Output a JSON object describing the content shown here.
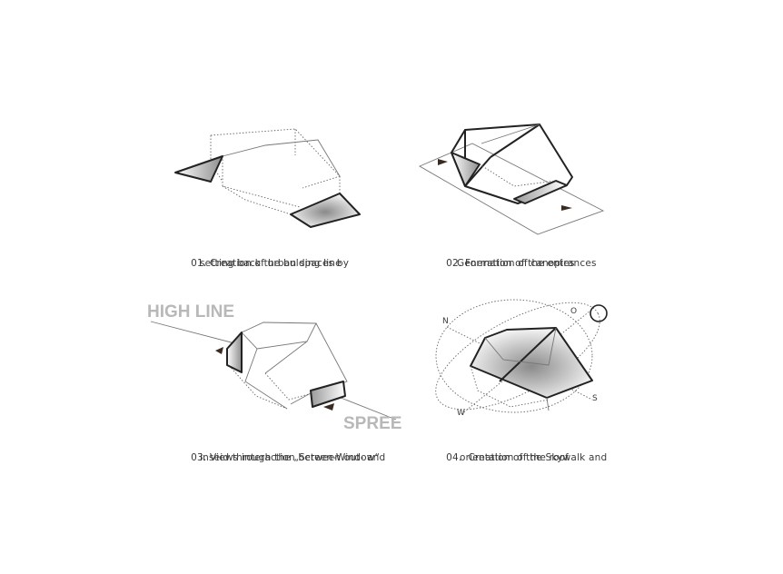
{
  "panels": [
    {
      "number": "01.",
      "line1": "Creation of urban spaces by",
      "line2": "setting back the bulding line"
    },
    {
      "number": "02.",
      "line1": "Formation of canopies",
      "line2": "Generation of the entrances"
    },
    {
      "number": "03.",
      "line1": "Views interaction between out- and",
      "line2": "inseid through the „Screen-Window“"
    },
    {
      "number": "04.",
      "line1": "Creation of the Skywalk and",
      "line2": "orientation of the roof"
    }
  ],
  "labels": {
    "high_line": "HIGH LINE",
    "spree": "SPREE"
  },
  "compass": {
    "north": "N",
    "east": "O",
    "south": "S",
    "west": "W"
  },
  "colors": {
    "line": "#222222",
    "label_gray": "#b8b8b8",
    "shade": "#9a9a9a"
  }
}
